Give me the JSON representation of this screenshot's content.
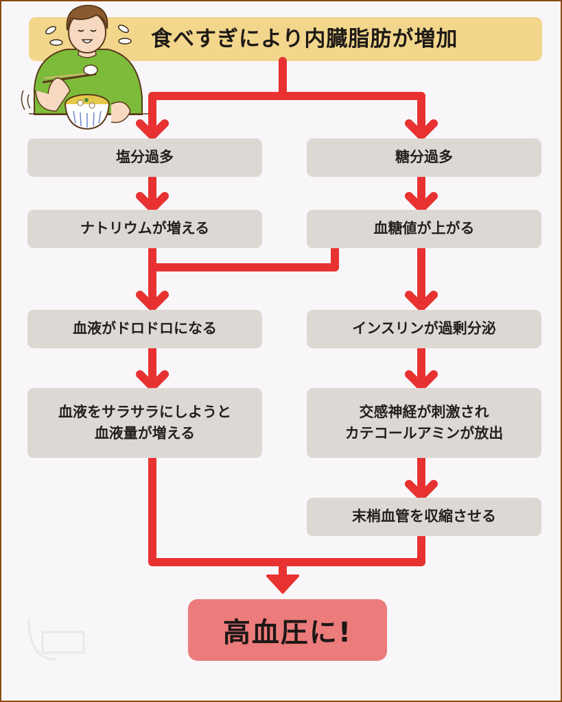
{
  "title": "食べすぎにより内臓脂肪が増加",
  "illustration": "man-eating-rice-bowl",
  "left_column": [
    {
      "label": "塩分過多"
    },
    {
      "label": "ナトリウムが増える"
    },
    {
      "label": "血液がドロドロになる"
    },
    {
      "label": "血液をサラサラにしようと\n血液量が増える"
    }
  ],
  "right_column": [
    {
      "label": "糖分過多"
    },
    {
      "label": "血糖値が上がる"
    },
    {
      "label": "インスリンが過剰分泌"
    },
    {
      "label": "交感神経が刺激され\nカテコールアミンが放出"
    },
    {
      "label": "末梢血管を収縮させる"
    }
  ],
  "result": "高血圧に!",
  "colors": {
    "arrow": "#e83232",
    "title_bg": "#f2d68c",
    "box_bg": "#dcd8d4",
    "result_bg": "#ec7c7c",
    "frame": "#8a4a10"
  }
}
